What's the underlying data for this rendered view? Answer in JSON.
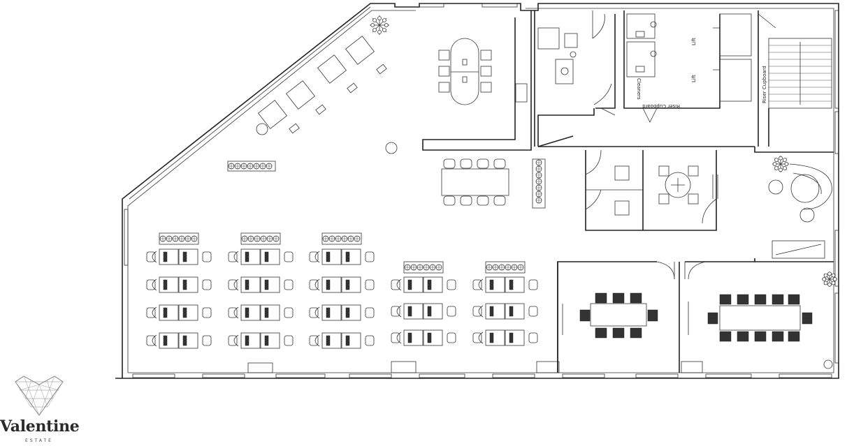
{
  "brand": {
    "name": "Valentine",
    "subtitle": "ESTATE"
  },
  "labels": {
    "lift_1": "Lift",
    "lift_2": "Lift",
    "cleaners": "Cleaners",
    "riser_cupboard_1": "Riser Cupboard",
    "riser_cupboard_2": "Riser Cupboard"
  },
  "colors": {
    "line": "#222222",
    "background": "#ffffff",
    "brand": "#2a2a2a"
  },
  "icons": {
    "logo": "heart-lattice-icon",
    "plant": "plant-icon",
    "chair": "chair-icon"
  }
}
